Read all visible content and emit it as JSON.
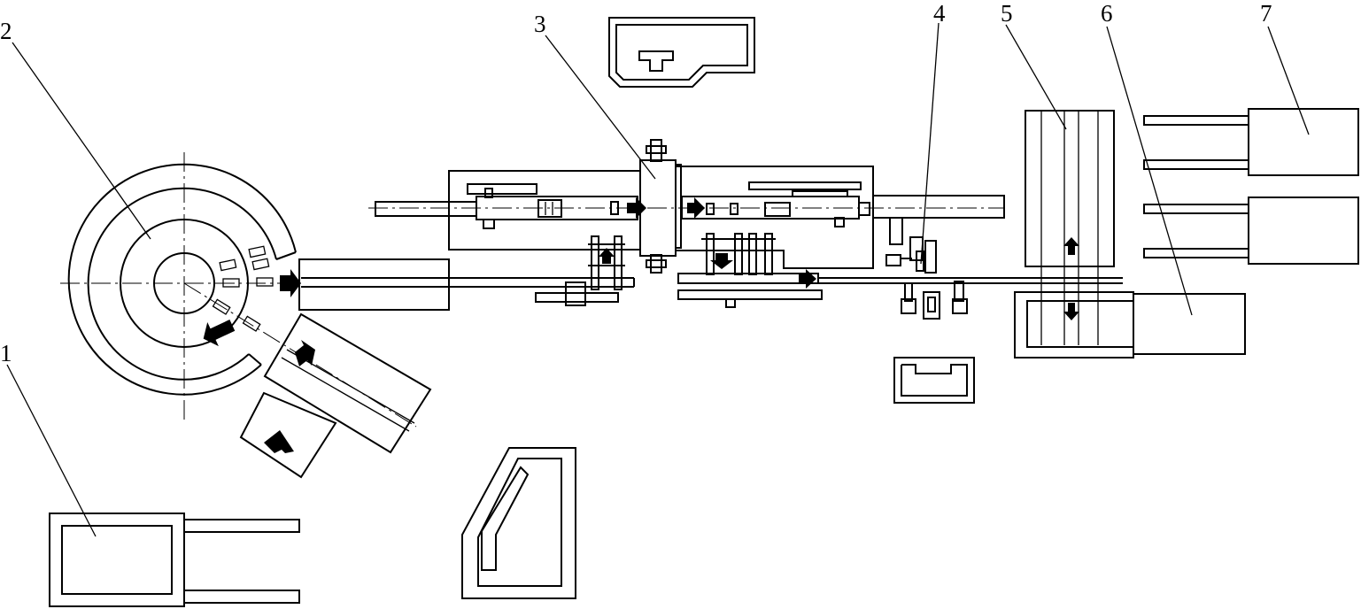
{
  "labels": [
    "1",
    "2",
    "3",
    "4",
    "5",
    "6",
    "7"
  ],
  "colors": {
    "line": "#000000",
    "background": "#ffffff"
  }
}
